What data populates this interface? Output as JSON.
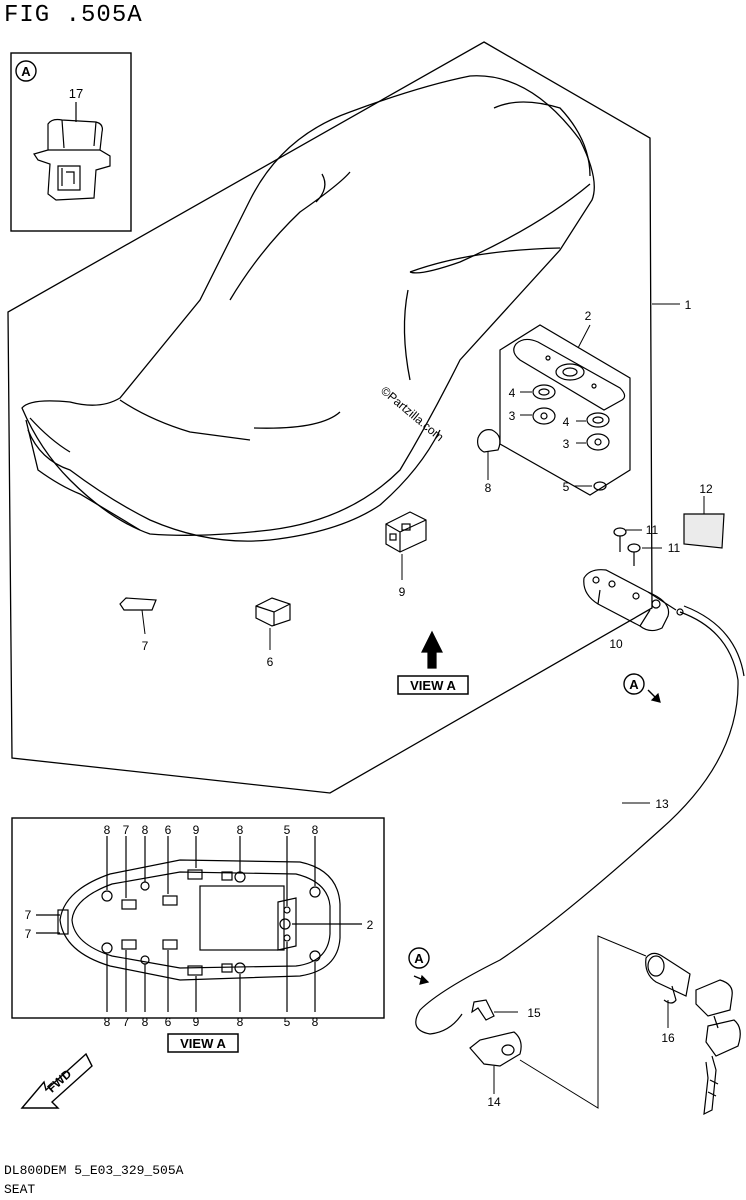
{
  "figure": {
    "title": "FIG .505A",
    "drawing_code": "DL800DEM 5_E03_329_505A",
    "name": "SEAT"
  },
  "watermark": "©Partzilla.com",
  "inset": {
    "marker": "A",
    "callout": "17"
  },
  "view_label": "VIEW A",
  "view_a_label": "VIEW A",
  "fwd_label": "FWD",
  "arrow_markers": [
    "A",
    "A"
  ],
  "callouts": {
    "c1": "1",
    "c2": "2",
    "c3a": "3",
    "c3b": "3",
    "c4a": "4",
    "c4b": "4",
    "c5": "5",
    "c6": "6",
    "c7": "7",
    "c8": "8",
    "c9": "9",
    "c10": "10",
    "c11a": "11",
    "c11b": "11",
    "c12": "12",
    "c13": "13",
    "c14": "14",
    "c15": "15",
    "c16": "16"
  },
  "view_a_callouts": {
    "top": [
      "8",
      "7",
      "8",
      "6",
      "9",
      "8",
      "5",
      "8"
    ],
    "bottom": [
      "8",
      "7",
      "8",
      "6",
      "9",
      "8",
      "5",
      "8"
    ],
    "left": [
      "7",
      "7"
    ],
    "right": "2"
  }
}
